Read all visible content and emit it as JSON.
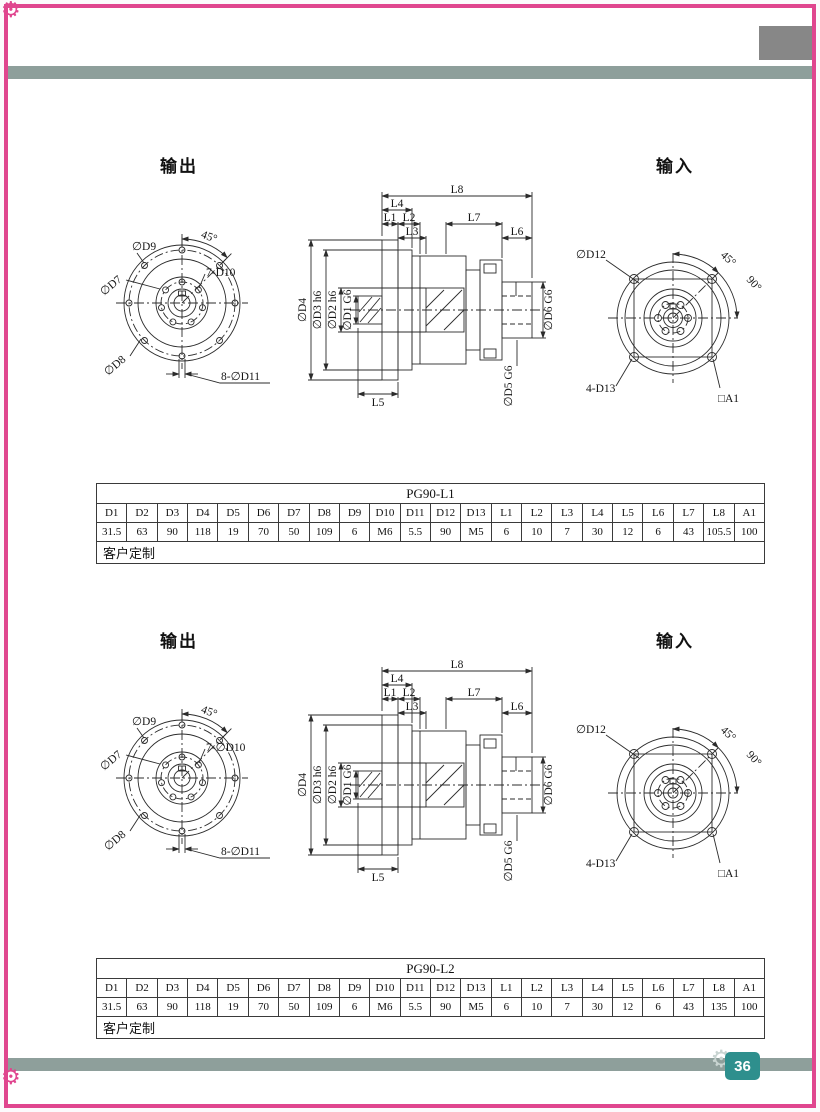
{
  "page": {
    "number": "36"
  },
  "decor": {
    "gear": "⚙"
  },
  "colors": {
    "accent_pink": "#e0468f",
    "bar_gray_green": "#8e9f9b",
    "page_badge_teal": "#2e8f8d",
    "header_block_gray": "#878787"
  },
  "sections": [
    {
      "output_label": "输出",
      "input_label": "输入",
      "front_view": {
        "d9": "∅D9",
        "angle": "45°",
        "holes_inner": "7-D10",
        "d7": "∅D7",
        "d8": "∅D8",
        "holes_outer": "8-∅D11"
      },
      "side_view": {
        "l8": "L8",
        "l4": "L4",
        "l1": "L1",
        "l2": "L2",
        "l7": "L7",
        "l3": "L3",
        "l6": "L6",
        "l5": "L5",
        "d4": "∅D4",
        "d3": "∅D3 h6",
        "d2": "∅D2 h6",
        "d1": "∅D1 G6",
        "d6": "∅D6 G6",
        "d5": "∅D5 G6"
      },
      "input_view": {
        "d12": "∅D12",
        "angle45": "45°",
        "angle90": "90°",
        "holes": "4-D13",
        "a1": "□A1"
      },
      "table": {
        "title": "PG90-L1",
        "headers": [
          "D1",
          "D2",
          "D3",
          "D4",
          "D5",
          "D6",
          "D7",
          "D8",
          "D9",
          "D10",
          "D11",
          "D12",
          "D13",
          "L1",
          "L2",
          "L3",
          "L4",
          "L5",
          "L6",
          "L7",
          "L8",
          "A1"
        ],
        "values": [
          "31.5",
          "63",
          "90",
          "118",
          "19",
          "70",
          "50",
          "109",
          "6",
          "M6",
          "5.5",
          "90",
          "M5",
          "6",
          "10",
          "7",
          "30",
          "12",
          "6",
          "43",
          "105.5",
          "100"
        ],
        "footer": "客户定制"
      }
    },
    {
      "output_label": "输出",
      "input_label": "输入",
      "front_view": {
        "d9": "∅D9",
        "angle": "45°",
        "holes_inner": "7-∅D10",
        "d7": "∅D7",
        "d8": "∅D8",
        "holes_outer": "8-∅D11"
      },
      "side_view": {
        "l8": "L8",
        "l4": "L4",
        "l1": "L1",
        "l2": "L2",
        "l7": "L7",
        "l3": "L3",
        "l6": "L6",
        "l5": "L5",
        "d4": "∅D4",
        "d3": "∅D3 h6",
        "d2": "∅D2 h6",
        "d1": "∅D1 G6",
        "d6": "∅D6 G6",
        "d5": "∅D5 G6"
      },
      "input_view": {
        "d12": "∅D12",
        "angle45": "45°",
        "angle90": "90°",
        "holes": "4-D13",
        "a1": "□A1"
      },
      "table": {
        "title": "PG90-L2",
        "headers": [
          "D1",
          "D2",
          "D3",
          "D4",
          "D5",
          "D6",
          "D7",
          "D8",
          "D9",
          "D10",
          "D11",
          "D12",
          "D13",
          "L1",
          "L2",
          "L3",
          "L4",
          "L5",
          "L6",
          "L7",
          "L8",
          "A1"
        ],
        "values": [
          "31.5",
          "63",
          "90",
          "118",
          "19",
          "70",
          "50",
          "109",
          "6",
          "M6",
          "5.5",
          "90",
          "M5",
          "6",
          "10",
          "7",
          "30",
          "12",
          "6",
          "43",
          "135",
          "100"
        ],
        "footer": "客户定制"
      }
    }
  ]
}
